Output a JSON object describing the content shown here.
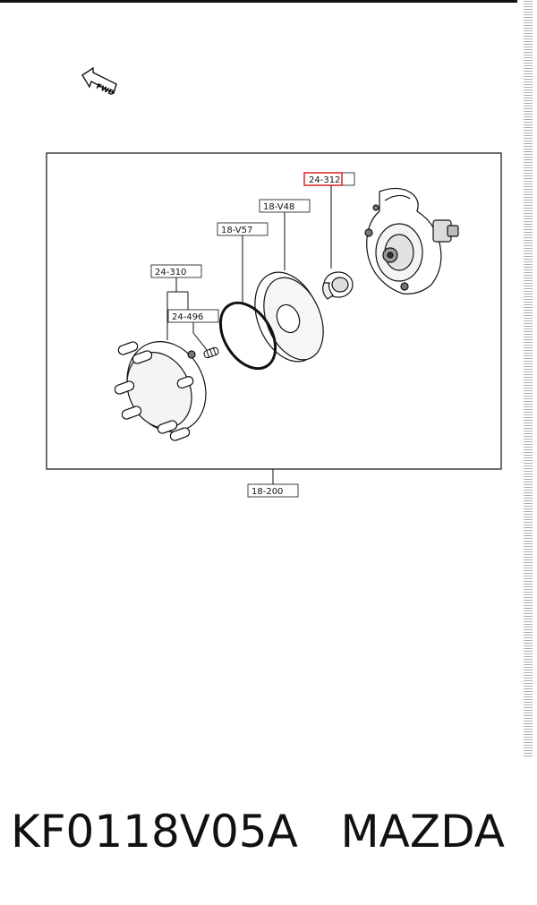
{
  "fwd_label": "FWD",
  "parts": {
    "p24312": "24-312",
    "p18v48": "18-V48",
    "p18v57": "18-V57",
    "p24310": "24-310",
    "p24496": "24-496",
    "p18200": "18-200"
  },
  "highlight_color": "#e03030",
  "footer": {
    "part_number": "KF0118V05A",
    "brand": "MAZDA"
  }
}
